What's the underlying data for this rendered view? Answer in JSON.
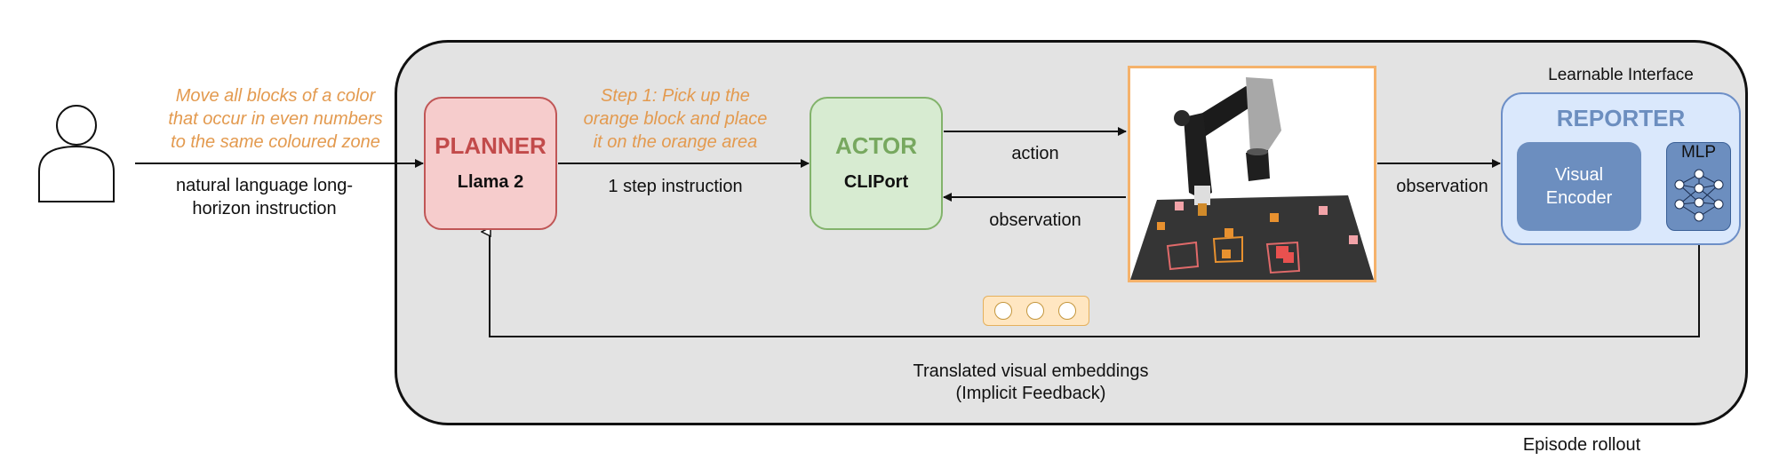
{
  "human": {
    "icon": "person-icon"
  },
  "instruction": {
    "example": "Move all blocks of a color\nthat occur in even numbers\nto the same coloured zone",
    "caption": "natural language long-\nhorizon instruction"
  },
  "planner": {
    "title": "PLANNER",
    "model": "Llama 2"
  },
  "step_instruction": {
    "example": "Step 1: Pick up the\norange block and place\nit on the orange area",
    "caption": "1 step instruction"
  },
  "actor": {
    "title": "ACTOR",
    "model": "CLIPort"
  },
  "edges": {
    "action": "action",
    "observation_back": "observation",
    "observation_to_reporter": "observation"
  },
  "reporter": {
    "interface_label": "Learnable Interface",
    "title": "REPORTER",
    "encoder": "Visual\nEncoder",
    "mlp": "MLP"
  },
  "feedback": {
    "line1": "Translated visual embeddings",
    "line2": "(Implicit Feedback)"
  },
  "rollout_label": "Episode rollout",
  "colors": {
    "planner": "#c24a4a",
    "actor": "#77a85f",
    "reporter": "#6c8ebf",
    "instruction_text": "#e39a4f"
  }
}
